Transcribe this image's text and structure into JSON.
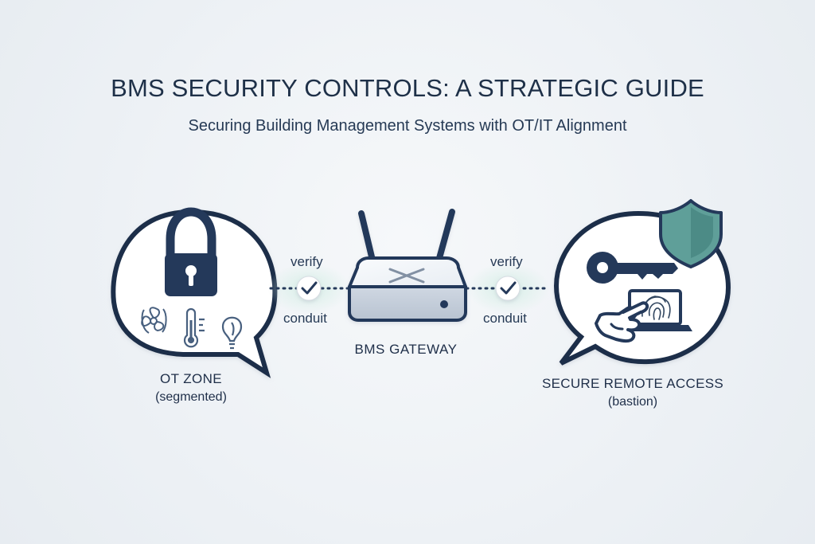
{
  "header": {
    "title": "BMS SECURITY CONTROLS: A STRATEGIC GUIDE",
    "subtitle": "Securing Building Management Systems with OT/IT Alignment"
  },
  "zones": {
    "ot": {
      "name": "OT ZONE",
      "detail": "(segmented)"
    },
    "gateway": {
      "name": "BMS GATEWAY"
    },
    "remote": {
      "name": "SECURE REMOTE ACCESS",
      "detail": "(bastion)"
    }
  },
  "links": {
    "left": {
      "top_text": "verify",
      "bottom_text": "conduit"
    },
    "right": {
      "top_text": "verify",
      "bottom_text": "conduit"
    }
  },
  "colors": {
    "ink": "#1f2f49",
    "shield": "#5f9f99",
    "glow": "#d7efe7",
    "device_fill": "#f8fafc"
  }
}
